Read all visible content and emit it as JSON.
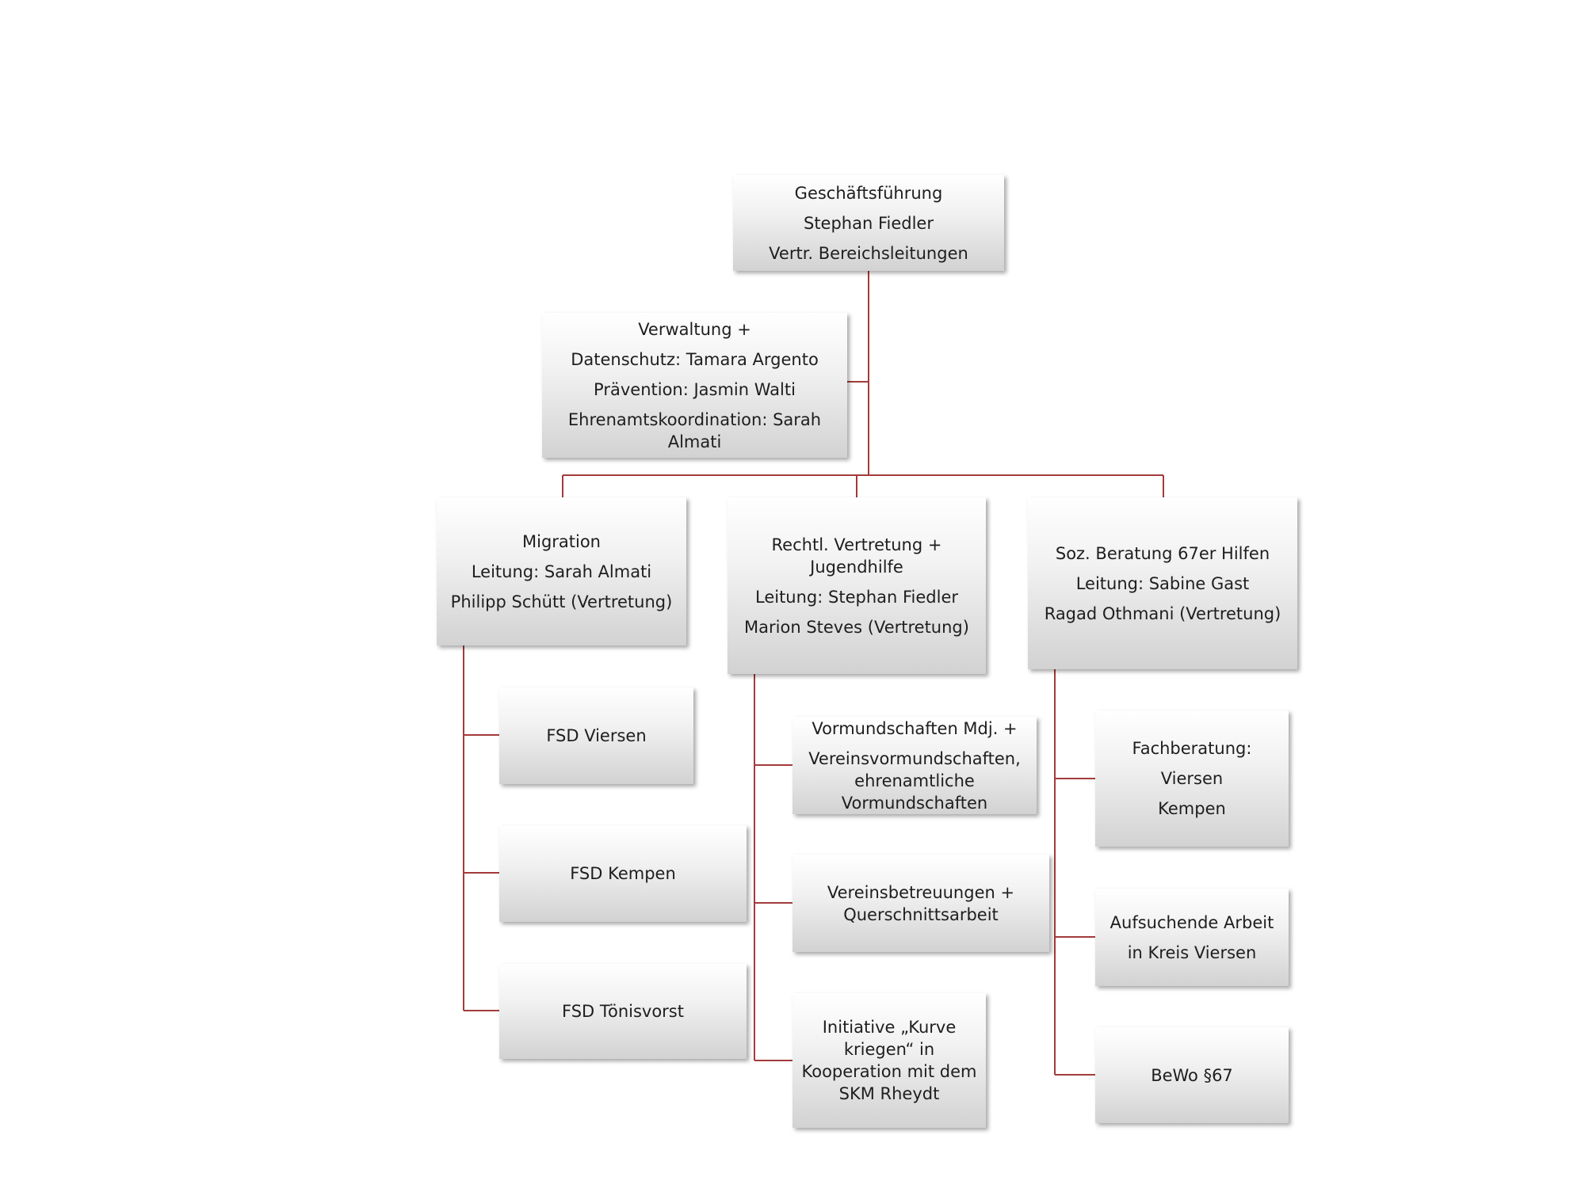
{
  "colors": {
    "connector": "#a33b3b"
  },
  "nodes": [
    {
      "id": "gf",
      "lines": [
        "Geschäftsführung",
        "Stephan Fiedler",
        "Vertr. Bereichsleitungen"
      ]
    },
    {
      "id": "verwaltung",
      "lines": [
        "Verwaltung +",
        "Datenschutz: Tamara Argento",
        "Prävention: Jasmin Walti",
        "Ehrenamtskoordination: Sarah Almati"
      ]
    },
    {
      "id": "migration",
      "lines": [
        "Migration",
        "Leitung: Sarah Almati",
        "Philipp Schütt (Vertretung)"
      ]
    },
    {
      "id": "recht",
      "lines": [
        "Rechtl. Vertretung + Jugendhilfe",
        "Leitung: Stephan Fiedler",
        "Marion Steves (Vertretung)"
      ]
    },
    {
      "id": "soz",
      "lines": [
        "Soz. Beratung 67er Hilfen",
        "Leitung: Sabine Gast",
        "Ragad Othmani  (Vertretung)"
      ]
    },
    {
      "id": "fsd-viersen",
      "lines": [
        "FSD Viersen"
      ]
    },
    {
      "id": "fsd-kempen",
      "lines": [
        "FSD Kempen"
      ]
    },
    {
      "id": "fsd-toenisvorst",
      "lines": [
        "FSD Tönisvorst"
      ]
    },
    {
      "id": "vormund",
      "lines": [
        "Vormundschaften Mdj. +",
        "Vereinsvormundschaften, ehrenamtliche Vormundschaften"
      ]
    },
    {
      "id": "vereinsbetreuung",
      "lines": [
        "Vereinsbetreuungen + Querschnittsarbeit"
      ]
    },
    {
      "id": "initiative",
      "lines": [
        "Initiative „Kurve kriegen“ in Kooperation mit dem SKM Rheydt"
      ]
    },
    {
      "id": "fachberatung",
      "lines": [
        "Fachberatung:",
        "Viersen",
        "Kempen"
      ]
    },
    {
      "id": "aufsuchende",
      "lines": [
        "Aufsuchende Arbeit",
        "in Kreis Viersen"
      ]
    },
    {
      "id": "bewo",
      "lines": [
        "BeWo §67"
      ]
    }
  ]
}
